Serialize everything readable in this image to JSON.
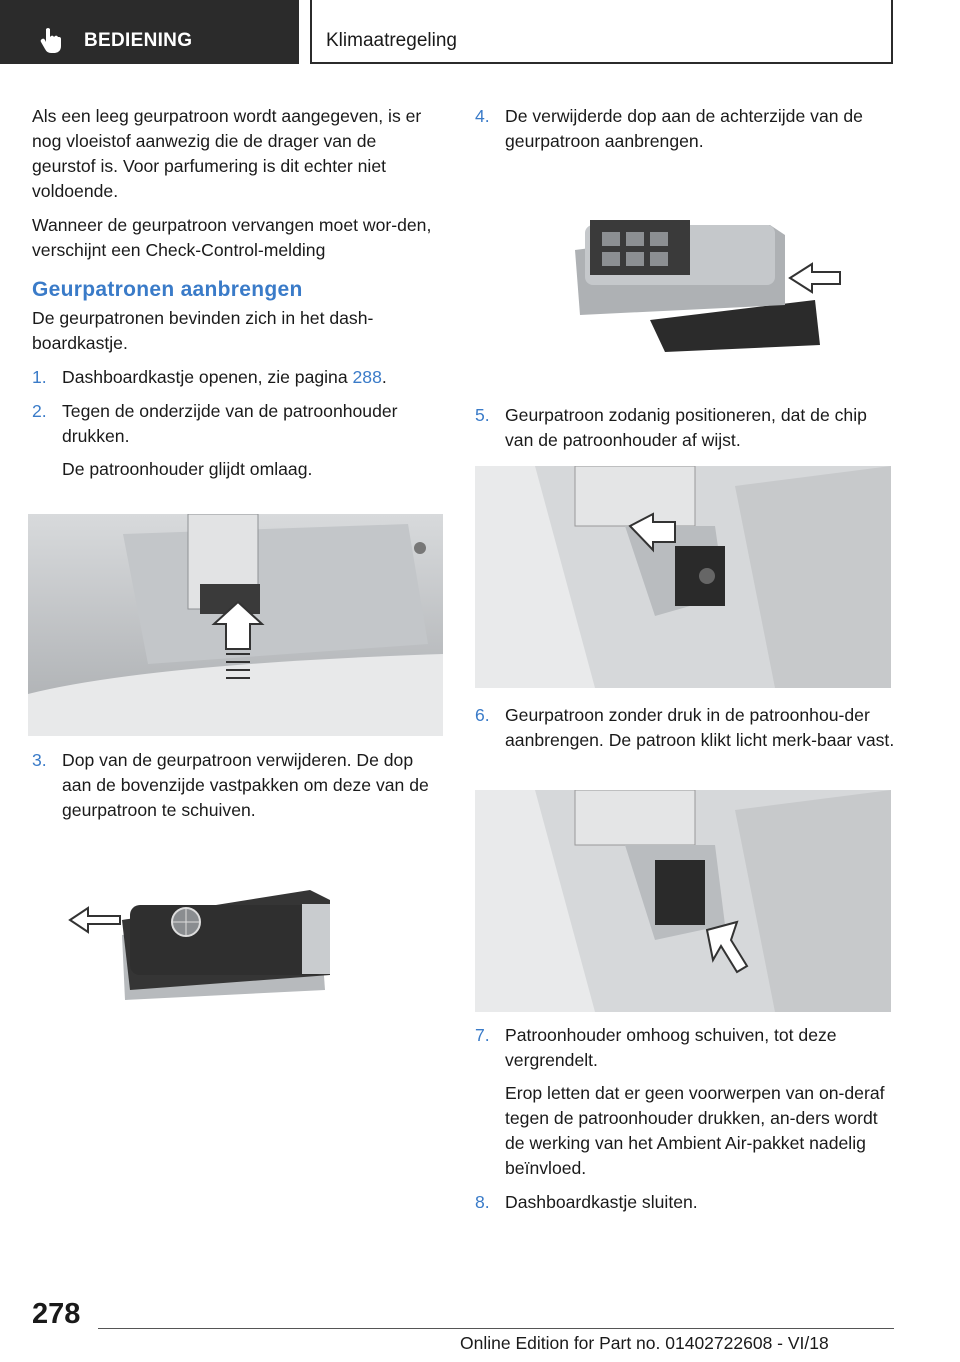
{
  "header": {
    "section": "BEDIENING",
    "chapter": "Klimaatregeling",
    "section_icon": "hand-pointer-icon"
  },
  "left": {
    "intro1": "Als een leeg geurpatroon wordt aangegeven, is er nog vloeistof aanwezig die de drager van de geurstof is. Voor parfumering is dit echter niet voldoende.",
    "intro2": "Wanneer de geurpatroon vervangen moet wor-den, verschijnt een Check-Control-melding",
    "heading": "Geurpatronen aanbrengen",
    "heading_text": "De geurpatronen bevinden zich in het dash-boardkastje.",
    "step1_num": "1.",
    "step1_text": "Dashboardkastje openen, zie pagina ",
    "step1_link": "288",
    "step1_tail": ".",
    "step2_num": "2.",
    "step2_text": "Tegen de onderzijde van de patroonhouder drukken.",
    "step2_note": "De patroonhouder glijdt omlaag.",
    "step3_num": "3.",
    "step3_text": "Dop van de geurpatroon verwijderen. De dop aan de bovenzijde vastpakken om deze van de geurpatroon te schuiven."
  },
  "right": {
    "step4_num": "4.",
    "step4_text": "De verwijderde dop aan de achterzijde van de geurpatroon aanbrengen.",
    "step5_num": "5.",
    "step5_text": "Geurpatroon zodanig positioneren, dat de chip van de patroonhouder af wijst.",
    "step6_num": "6.",
    "step6_text": "Geurpatroon zonder druk in de patroonhou-der aanbrengen. De patroon klikt licht merk-baar vast.",
    "step7_num": "7.",
    "step7_text": "Patroonhouder omhoog schuiven, tot deze vergrendelt.",
    "step7_note": "Erop letten dat er geen voorwerpen van on-deraf tegen de patroonhouder drukken, an-ders wordt de werking van het Ambient Air-pakket nadelig beïnvloed.",
    "step8_num": "8.",
    "step8_text": "Dashboardkastje sluiten."
  },
  "footer": {
    "page_number": "278",
    "edition": "Online Edition for Part no. 01402722608 - VI/18"
  },
  "colors": {
    "accent": "#3a7bc8",
    "header_bg": "#2b2b2b"
  }
}
